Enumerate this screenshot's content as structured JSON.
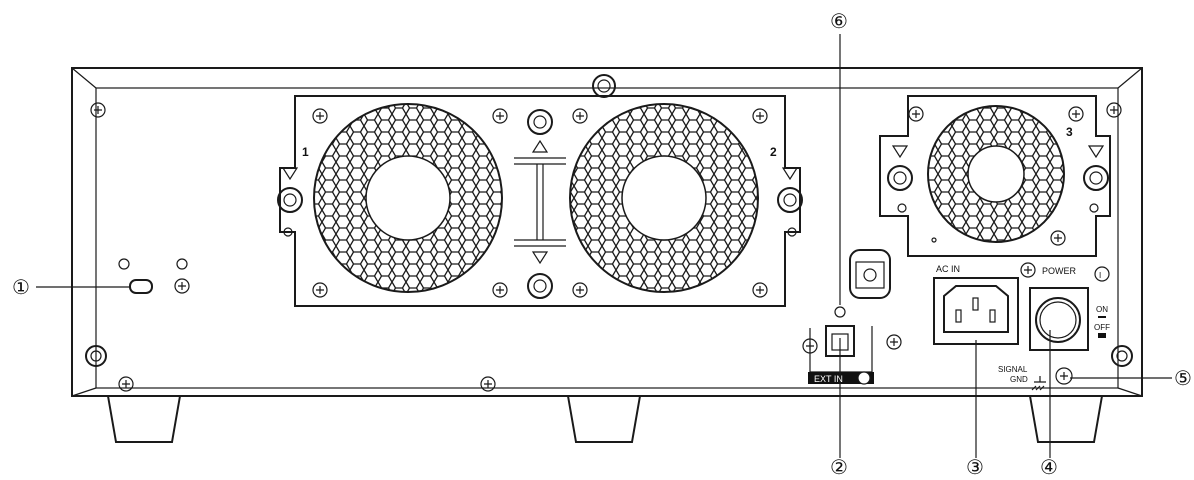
{
  "callouts": {
    "c1": "①",
    "c2": "②",
    "c3": "③",
    "c4": "④",
    "c5": "⑤",
    "c6": "⑥"
  },
  "panel_labels": {
    "fan1": "1",
    "fan2": "2",
    "fan3": "3",
    "ac_in": "AC IN",
    "power": "POWER",
    "power_symbol": "I",
    "on": "ON",
    "off": "OFF",
    "signal": "SIGNAL",
    "gnd": "GND",
    "ext_in": "EXT IN"
  },
  "colors": {
    "line": "#1a1a1a",
    "background": "#ffffff",
    "label_bar": "#111111"
  }
}
